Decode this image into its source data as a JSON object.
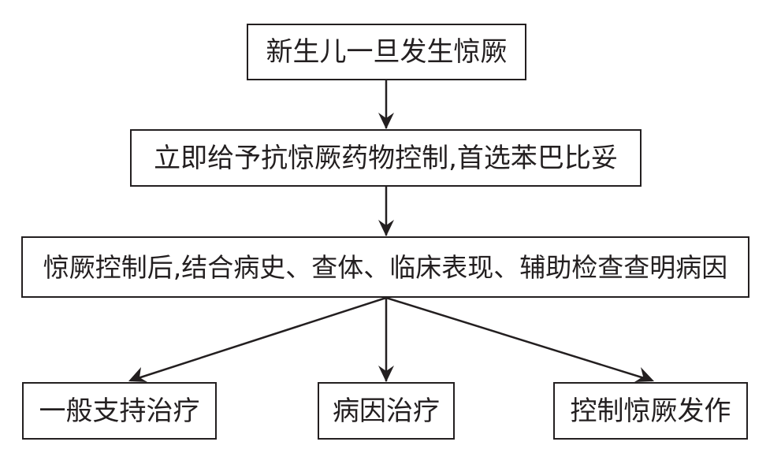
{
  "flowchart": {
    "nodes": {
      "start": "新生儿一旦发生惊厥",
      "control": "立即给予抗惊厥药物控制,首选苯巴比妥",
      "diagnose": "惊厥控制后,结合病史、查体、临床表现、辅助检查查明病因",
      "support": "一般支持治疗",
      "cause": "病因治疗",
      "seizure": "控制惊厥发作"
    },
    "edges": [
      {
        "from": "start",
        "to": "control"
      },
      {
        "from": "control",
        "to": "diagnose"
      },
      {
        "from": "diagnose",
        "to": "support"
      },
      {
        "from": "diagnose",
        "to": "cause"
      },
      {
        "from": "diagnose",
        "to": "seizure"
      }
    ],
    "colors": {
      "line": "#231f20",
      "background": "#ffffff"
    }
  }
}
